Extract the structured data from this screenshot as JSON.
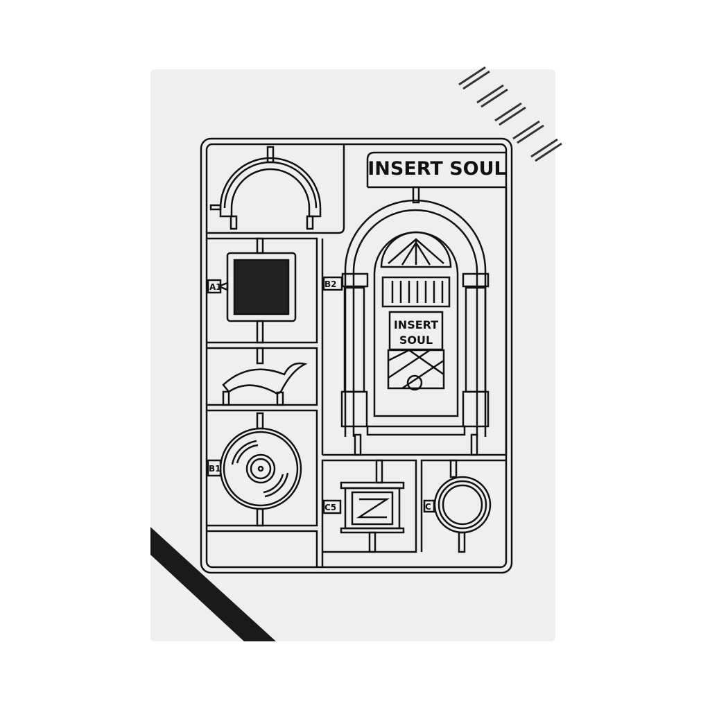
{
  "product": {
    "title_banner": "INSERT SOUL",
    "jukebox_sign_line1": "INSERT",
    "jukebox_sign_line2": "SOUL",
    "part_labels": [
      "A1",
      "B2",
      "B1",
      "C5",
      "C"
    ]
  },
  "colors": {
    "background": "#ffffff",
    "cover": "#efefef",
    "ink": "#111111",
    "band": "#1a1a1a"
  }
}
